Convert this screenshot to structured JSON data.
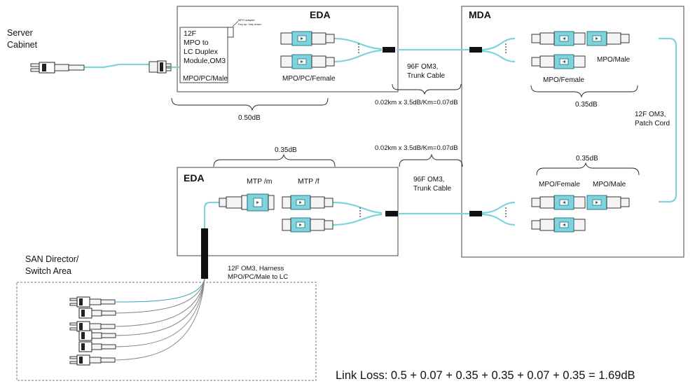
{
  "labels": {
    "server_cabinet_line1": "Server",
    "server_cabinet_line2": "Cabinet",
    "eda_top": "EDA",
    "mda": "MDA",
    "eda_bottom": "EDA",
    "module_line1": "12F",
    "module_line2": "MPO to",
    "module_line3": "LC Duplex",
    "module_line4": "Module,OM3",
    "mpo_pc_male": "MPO/PC/Male",
    "mpo_pc_female": "MPO/PC/Female",
    "trunk_top_line1": "96F OM3,",
    "trunk_top_line2": "Trunk Cable",
    "calc_top": "0.02km x 3.5dB/Km=0.07dB",
    "mda_mpo_male_top": "MPO/Male",
    "mda_mpo_female_top": "MPO/Female",
    "loss_mda_top": "0.35dB",
    "loss_module": "0.50dB",
    "patch_line1": "12F OM3,",
    "patch_line2": "Patch Cord",
    "calc_bottom": "0.02km x 3.5dB/Km=0.07dB",
    "loss_eda_bottom": "0.35dB",
    "loss_mda_bottom": "0.35dB",
    "trunk_bottom_line1": "96F OM3,",
    "trunk_bottom_line2": "Trunk Cable",
    "mtp_m": "MTP /m",
    "mtp_f": "MTP /f",
    "mda_mpo_female_bottom": "MPO/Female",
    "mda_mpo_male_bottom": "MPO/Male",
    "san_line1": "SAN Director/",
    "san_line2": "Switch Area",
    "harness_line1": "12F OM3, Harness",
    "harness_line2": "MPO/PC/Male to LC",
    "link_loss": "Link Loss: 0.5 + 0.07 + 0.35 + 0.35 + 0.07 + 0.35 = 1.69dB"
  },
  "colors": {
    "fiber": "#7fd3dc",
    "adapter": "#7fd3dc"
  }
}
